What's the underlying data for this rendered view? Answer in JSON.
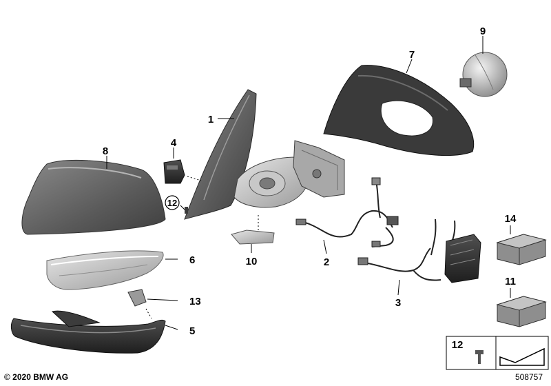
{
  "callouts": {
    "c1": "1",
    "c2": "2",
    "c3": "3",
    "c4": "4",
    "c5": "5",
    "c6": "6",
    "c7": "7",
    "c8": "8",
    "c9": "9",
    "c10": "10",
    "c11": "11",
    "c12_circle": "12",
    "c13": "13",
    "c14": "14",
    "c12_box": "12"
  },
  "footer": {
    "copyright": "© 2020 BMW AG",
    "diagram_number": "508757"
  }
}
